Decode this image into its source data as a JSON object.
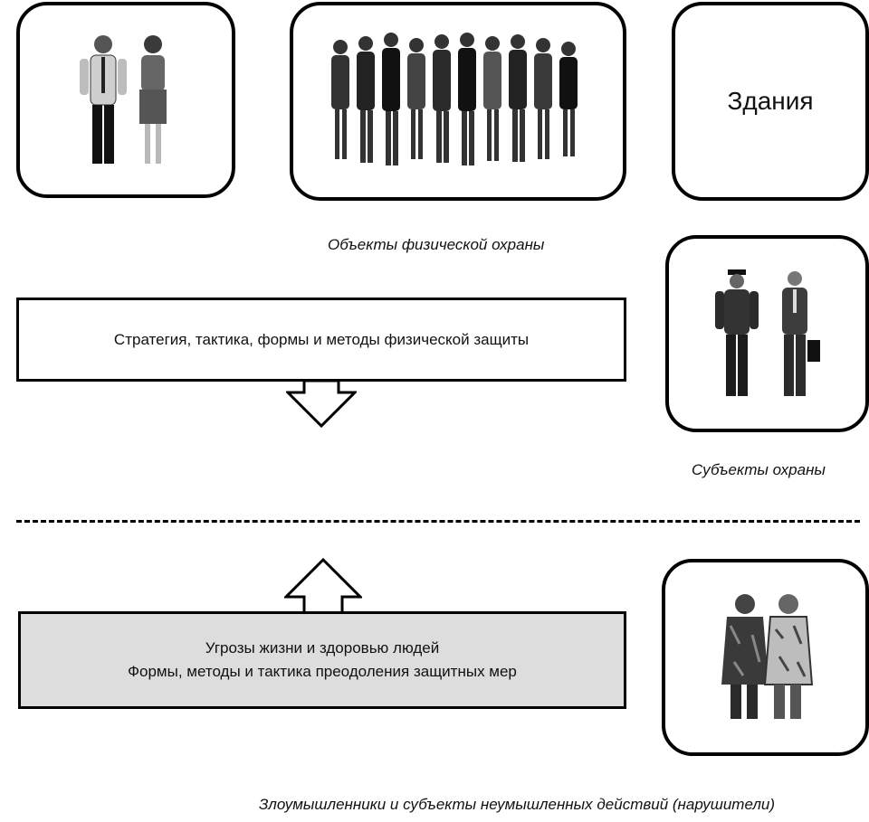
{
  "boxes": {
    "buildings_label": "Здания"
  },
  "captions": {
    "objects": "Объекты физической охраны",
    "subjects": "Субъекты охраны",
    "violators": "Злоумышленники и субъекты неумышленных действий (нарушители)"
  },
  "strategy_box": {
    "text": "Стратегия, тактика, формы и методы физической защиты"
  },
  "threat_box": {
    "line1": "Угрозы жизни и здоровью людей",
    "line2": "Формы, методы и тактика преодоления защитных мер"
  },
  "colors": {
    "outline": "#000000",
    "threat_fill": "#dddddd",
    "box_fill": "#ffffff"
  },
  "icons": [
    "two-people-icon",
    "crowd-icon",
    "guards-icon",
    "intruders-icon"
  ]
}
